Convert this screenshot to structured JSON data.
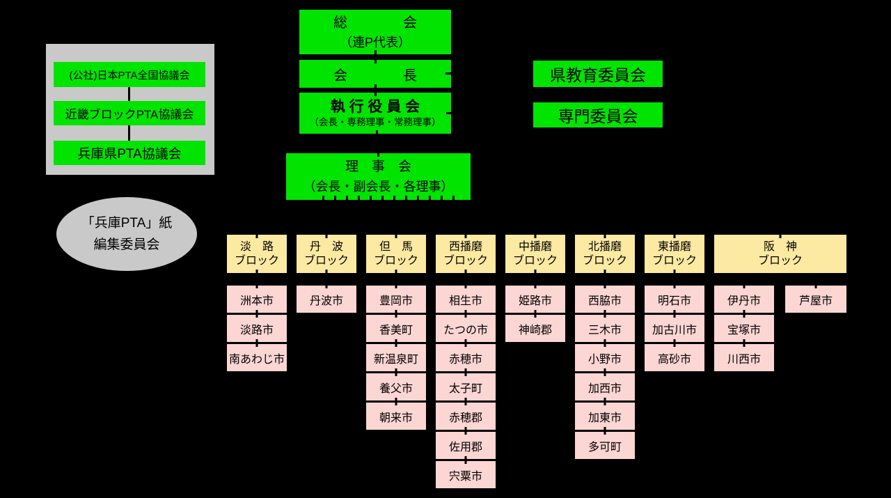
{
  "colors": {
    "green": "#00e400",
    "yellow": "#fce9a2",
    "pink": "#fbd6d3",
    "gray": "#c9c9c9"
  },
  "org": {
    "soukai_l1": "総　　　　会",
    "soukai_l2": "（連P代表）",
    "kaichou": "会　　　　長",
    "shikkou_l1": "執 行 役 員 会",
    "shikkou_l2": "（会長・専務理事・常務理事）",
    "rijikai_l1": "理　事　会",
    "rijikai_l2": "（会長・副会長・各理事）"
  },
  "related": {
    "kyouiku": "県教育委員会",
    "senmon": "専門委員会"
  },
  "upper_chain": {
    "zenkoku": "(公社)日本PTA全国協議会",
    "kinki": "近畿ブロックPTA協議会",
    "hyogo": "兵庫県PTA協議会"
  },
  "editorial": {
    "l1": "「兵庫PTA」紙",
    "l2": "編集委員会"
  },
  "block_suffix": "ブロック",
  "blocks": [
    {
      "name": "淡　路",
      "cities": [
        "洲本市",
        "淡路市",
        "南あわじ市"
      ]
    },
    {
      "name": "丹　波",
      "cities": [
        "丹波市"
      ]
    },
    {
      "name": "但　馬",
      "cities": [
        "豊岡市",
        "香美町",
        "新温泉町",
        "養父市",
        "朝来市"
      ]
    },
    {
      "name": "西播磨",
      "cities": [
        "相生市",
        "たつの市",
        "赤穂市",
        "太子町",
        "赤穂郡",
        "佐用郡",
        "宍粟市"
      ]
    },
    {
      "name": "中播磨",
      "cities": [
        "姫路市",
        "神崎郡"
      ]
    },
    {
      "name": "北播磨",
      "cities": [
        "西脇市",
        "三木市",
        "小野市",
        "加西市",
        "加東市",
        "多可町"
      ]
    },
    {
      "name": "東播磨",
      "cities": [
        "明石市",
        "加古川市",
        "高砂市"
      ]
    },
    {
      "name": "阪　神",
      "cities": [
        "伊丹市",
        "宝塚市",
        "川西市"
      ],
      "cities2": [
        "芦屋市"
      ]
    }
  ]
}
